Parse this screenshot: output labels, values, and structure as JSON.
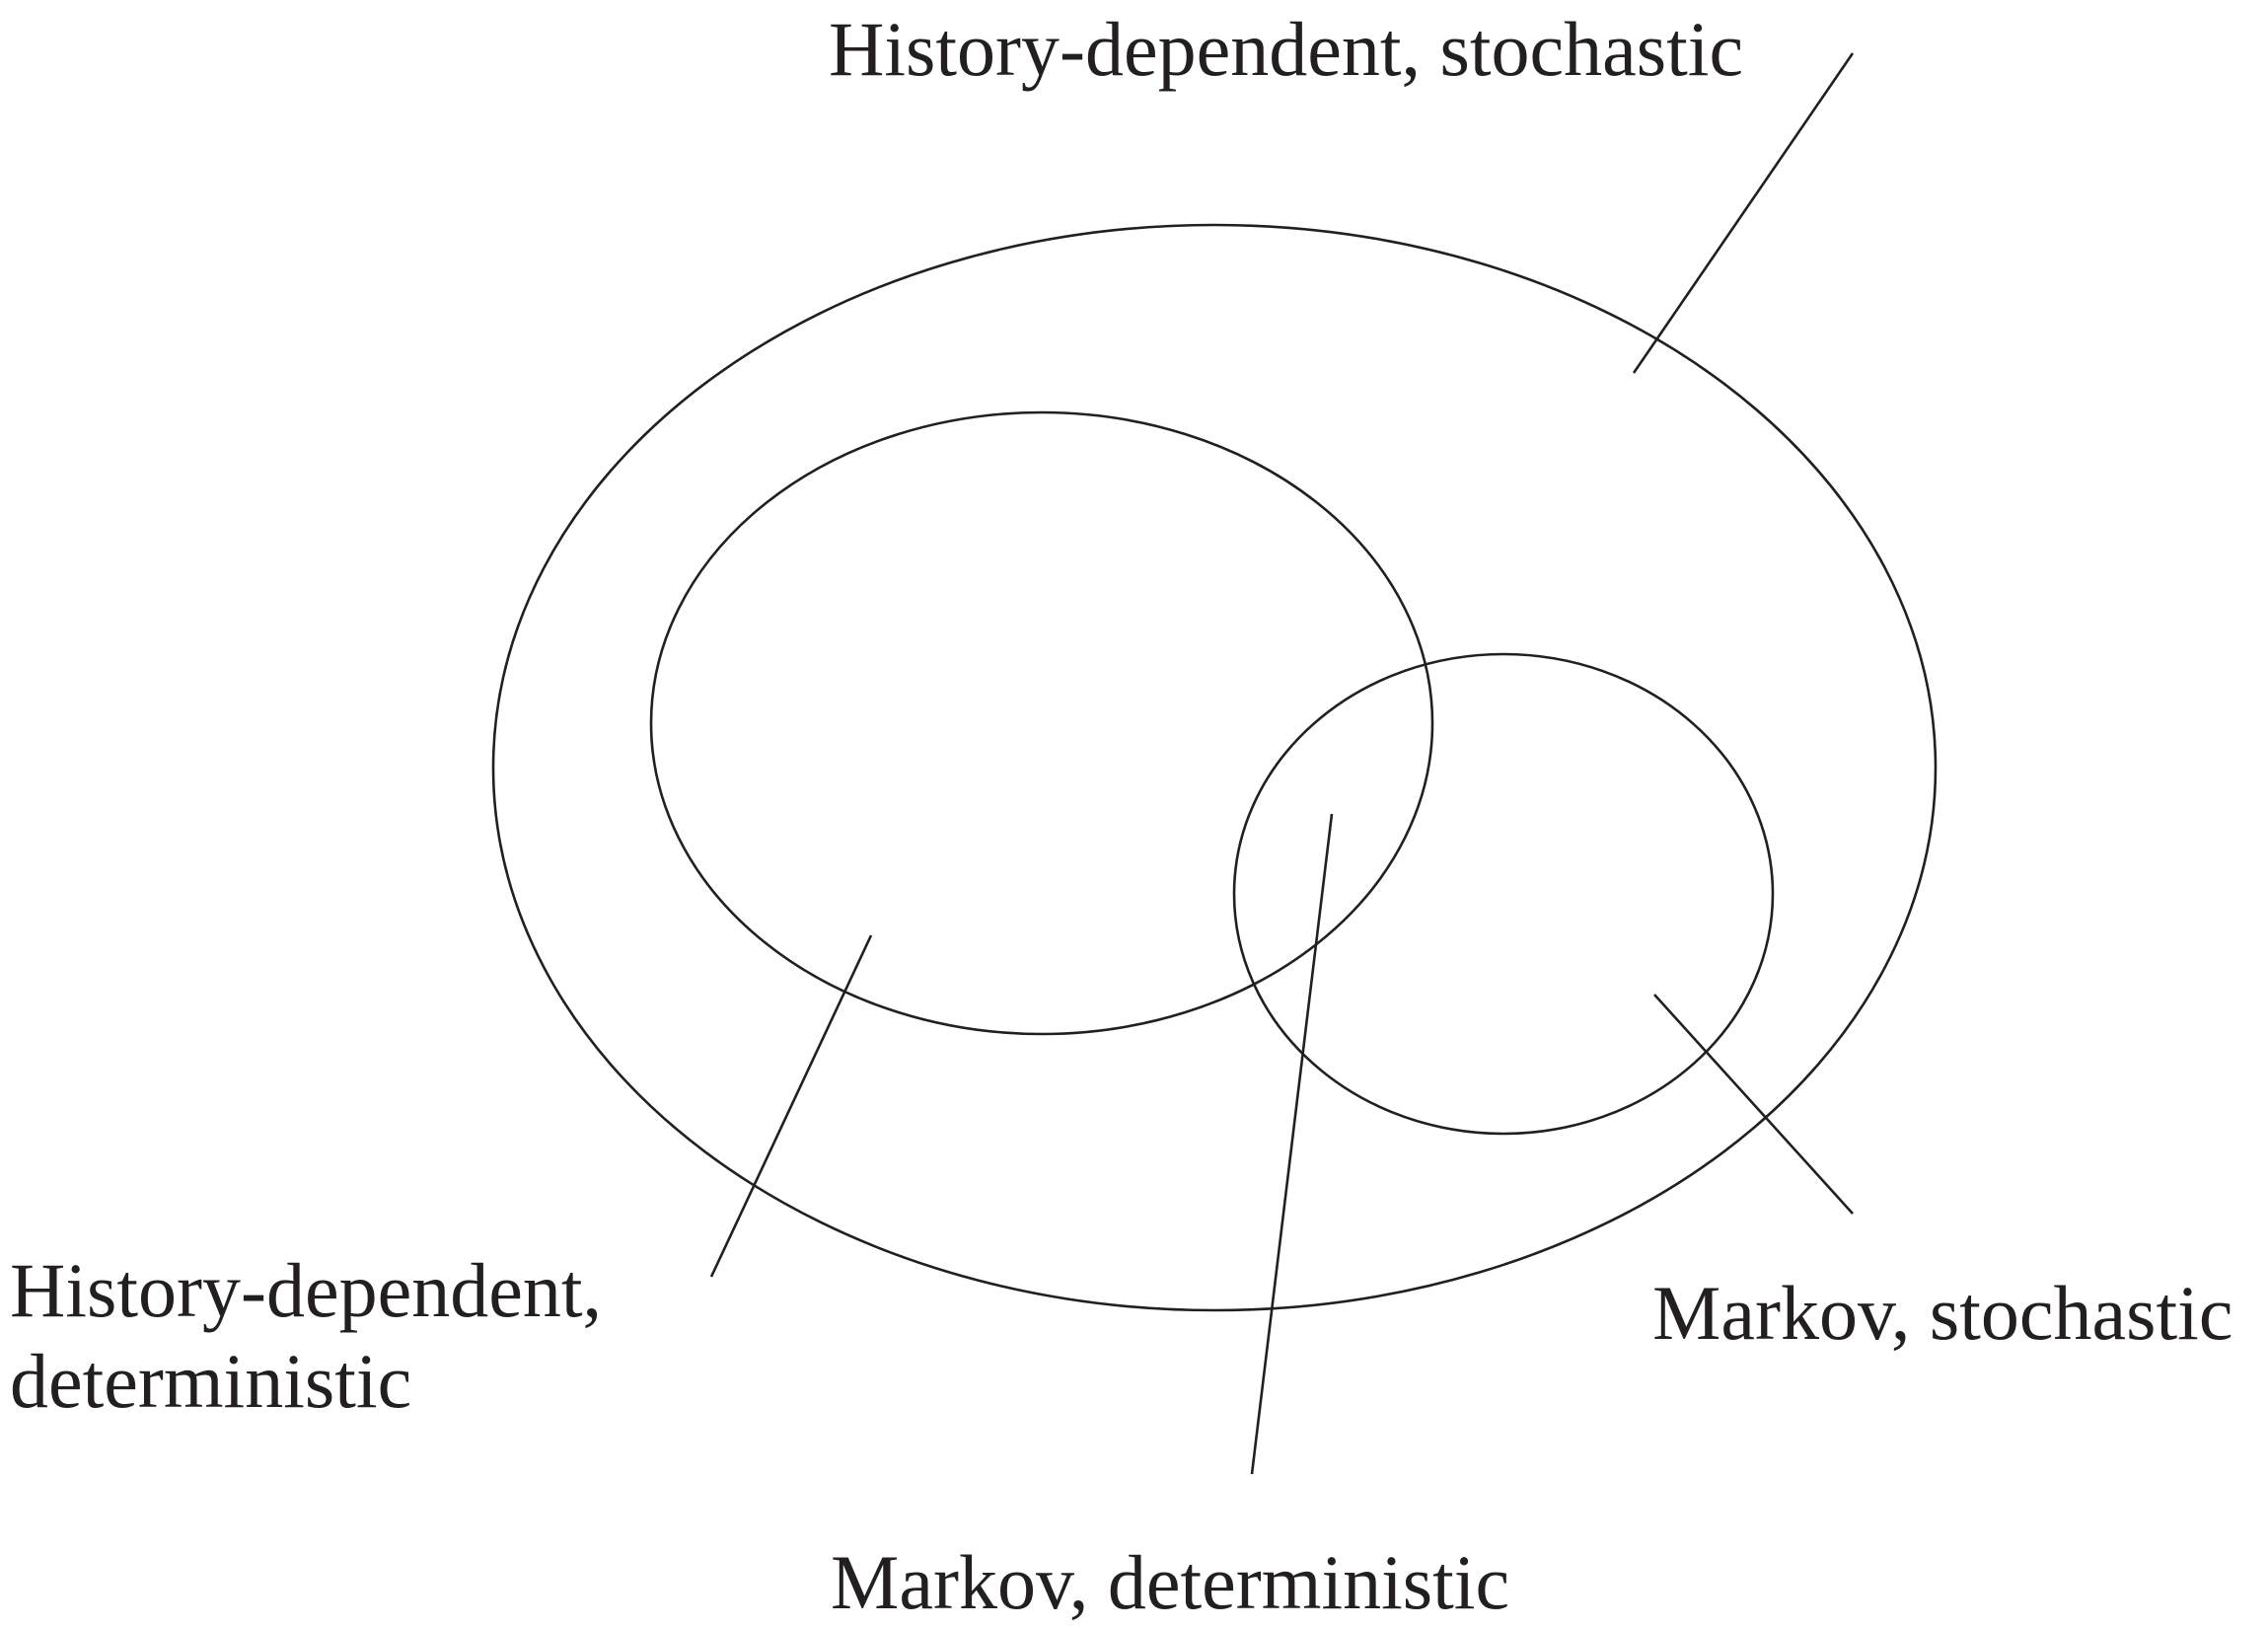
{
  "diagram": {
    "sets": [
      {
        "id": "history-dependent-stochastic",
        "lines": [
          "History-dependent, stochastic"
        ]
      },
      {
        "id": "history-dependent-deterministic",
        "lines": [
          "History-dependent,",
          "deterministic"
        ]
      },
      {
        "id": "markov-stochastic",
        "lines": [
          "Markov, stochastic"
        ]
      },
      {
        "id": "markov-deterministic",
        "lines": [
          "Markov, deterministic"
        ]
      }
    ],
    "colors": {
      "stroke": "#231f20",
      "text": "#231f20",
      "background": "#ffffff"
    }
  }
}
